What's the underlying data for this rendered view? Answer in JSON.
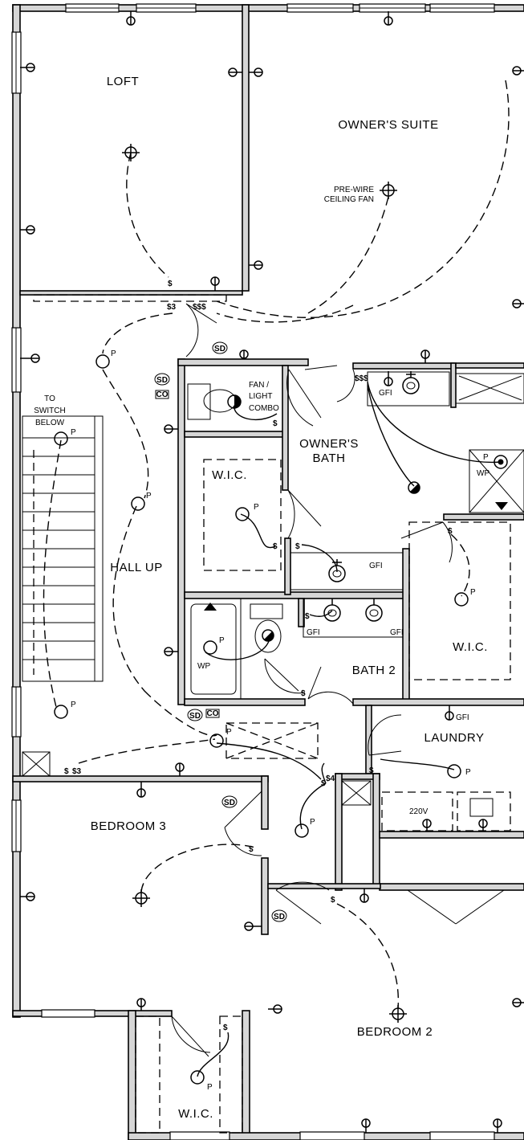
{
  "rooms": {
    "loft": "LOFT",
    "owners_suite": "OWNER'S SUITE",
    "owners_bath_line1": "OWNER'S",
    "owners_bath_line2": "BATH",
    "wic_owner": "W.I.C.",
    "wic_right": "W.I.C.",
    "hall_up": "HALL UP",
    "bath2": "BATH 2",
    "laundry": "LAUNDRY",
    "bedroom3": "BEDROOM 3",
    "bedroom2": "BEDROOM 2",
    "wic_bottom": "W.I.C."
  },
  "notes": {
    "prewire_line1": "PRE-WIRE",
    "prewire_line2": "CEILING FAN",
    "fan_line1": "FAN /",
    "fan_line2": "LIGHT",
    "fan_line3": "COMBO",
    "to_switch_line1": "TO",
    "to_switch_line2": "SWITCH",
    "to_switch_line3": "BELOW",
    "v220": "220V"
  },
  "symbols": {
    "pendant": "P",
    "switch": "$",
    "switch3": "$3",
    "switch4": "$4",
    "triple_switch": "$$$",
    "wp": "WP",
    "gfi": "GFI",
    "sd": "SD",
    "co": "CO"
  }
}
